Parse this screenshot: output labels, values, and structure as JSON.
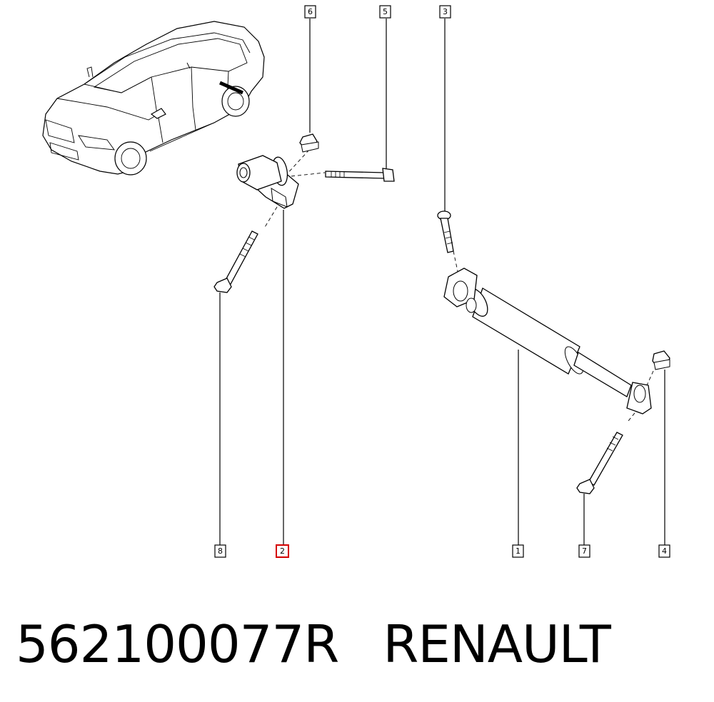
{
  "callouts": [
    {
      "number": "6",
      "highlighted": false
    },
    {
      "number": "5",
      "highlighted": false
    },
    {
      "number": "3",
      "highlighted": false
    },
    {
      "number": "8",
      "highlighted": false
    },
    {
      "number": "2",
      "highlighted": true
    },
    {
      "number": "1",
      "highlighted": false
    },
    {
      "number": "7",
      "highlighted": false
    },
    {
      "number": "4",
      "highlighted": false
    }
  ],
  "caption": {
    "part_number": "562100077R",
    "brand": "RENAULT"
  },
  "colors": {
    "highlight": "#d40000",
    "line": "#000000",
    "background": "#ffffff"
  }
}
